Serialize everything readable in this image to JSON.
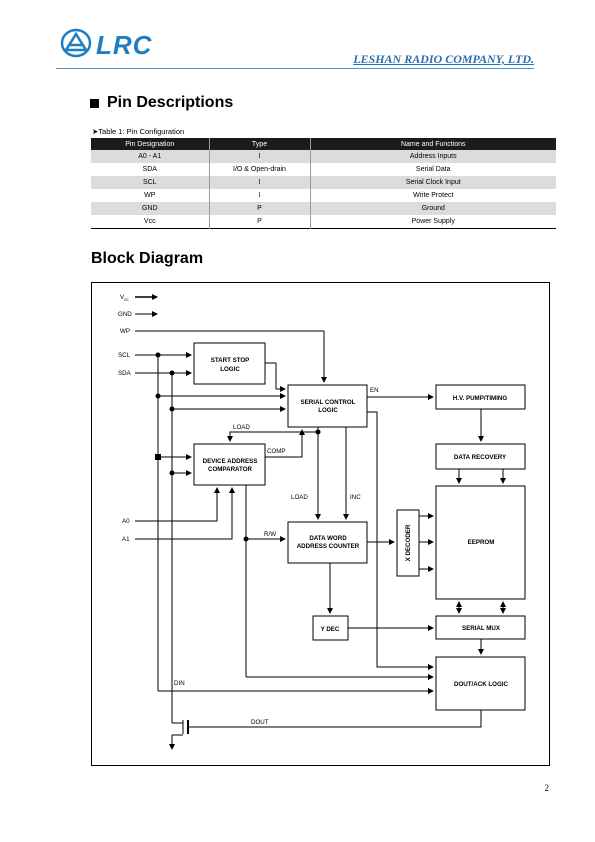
{
  "header": {
    "logo_text": "LRC",
    "company": "LESHAN RADIO COMPANY, LTD."
  },
  "section_pins": {
    "title": "Pin Descriptions",
    "table_caption": "Table 1: Pin Configuration",
    "columns": [
      "Pin Designation",
      "Type",
      "Name and Functions"
    ],
    "rows": [
      [
        "A0 - A1",
        "I",
        "Address Inputs"
      ],
      [
        "SDA",
        "I/O & Open-drain",
        "Serial Data"
      ],
      [
        "SCL",
        "I",
        "Serial Clock Input"
      ],
      [
        "WP",
        "I",
        "Write Protect"
      ],
      [
        "GND",
        "P",
        "Ground"
      ],
      [
        "Vcc",
        "P",
        "Power Supply"
      ]
    ]
  },
  "section_block": {
    "title": "Block Diagram"
  },
  "diagram": {
    "pins": {
      "vcc": "V",
      "vcc_sub": "cc",
      "gnd": "GND",
      "wp": "WP",
      "scl": "SCL",
      "sda": "SDA",
      "a0": "A0",
      "a1": "A1",
      "din": "DIN",
      "dout": "DOUT"
    },
    "blocks": {
      "start_stop": [
        "START STOP",
        "LOGIC"
      ],
      "serial_control": [
        "SERIAL CONTROL",
        "LOGIC"
      ],
      "device_address": [
        "DEVICE ADDRESS",
        "COMPARATOR"
      ],
      "data_word": [
        "DATA WORD",
        "ADDRESS COUNTER"
      ],
      "hv_pump": "H.V.  PUMP/TIMING",
      "data_recovery": "DATA RECOVERY",
      "eeprom": "EEPROM",
      "x_decoder": "X DECODER",
      "y_dec": "Y DEC",
      "serial_mux": "SERIAL MUX",
      "dout_ack": "DOUT/ACK  LOGIC"
    },
    "signals": {
      "en": "EN",
      "load_top": "LOAD",
      "comp": "COMP",
      "load": "LOAD",
      "inc": "INC",
      "rw": "R/W"
    }
  },
  "page_number": "2"
}
